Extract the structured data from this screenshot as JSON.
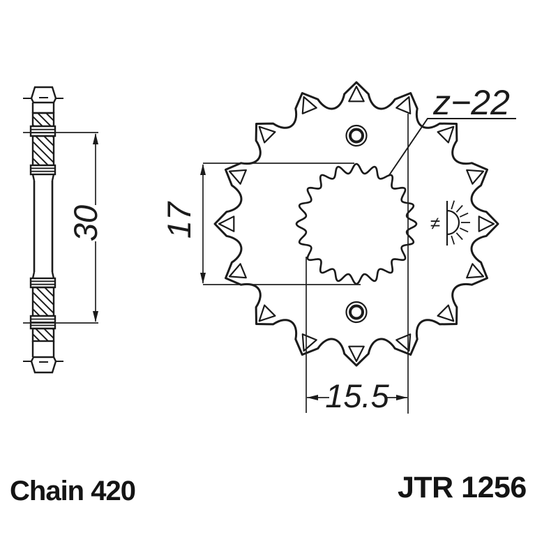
{
  "labels": {
    "teeth_count": "z−22",
    "chain": "Chain 420",
    "part_number": "JTR 1256",
    "hardness_mark": "≠"
  },
  "dimensions": {
    "width": "30",
    "spline_outer_diameter": "17",
    "spline_root_diameter": "15.5"
  },
  "icons": {
    "surface_finish": "induction-hardened-sun-icon"
  },
  "colors": {
    "line": "#1b1b1b",
    "background": "#ffffff",
    "text": "#141414"
  },
  "geometry": {
    "outer_teeth_drawn": 16,
    "spline_teeth_drawn": 20
  }
}
